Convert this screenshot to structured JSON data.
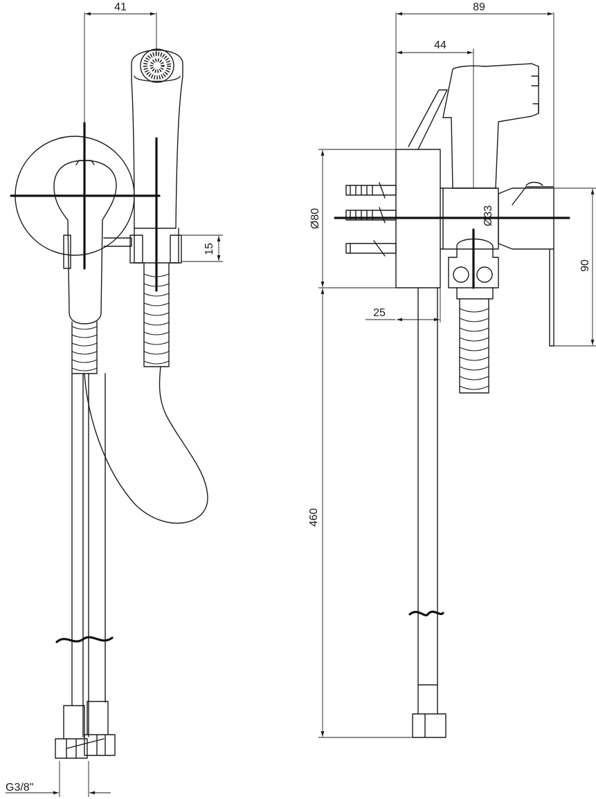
{
  "dimensions": {
    "front_width": "41",
    "side_width_total": "89",
    "side_handle_offset": "44",
    "body_diameter": "Ø80",
    "outlet_diameter": "Ø33",
    "holder_height": "15",
    "handle_height": "90",
    "body_depth": "25",
    "hose_length": "460",
    "thread": "G3/8\""
  },
  "colors": {
    "stroke": "#1a1a1a",
    "background": "#ffffff"
  }
}
